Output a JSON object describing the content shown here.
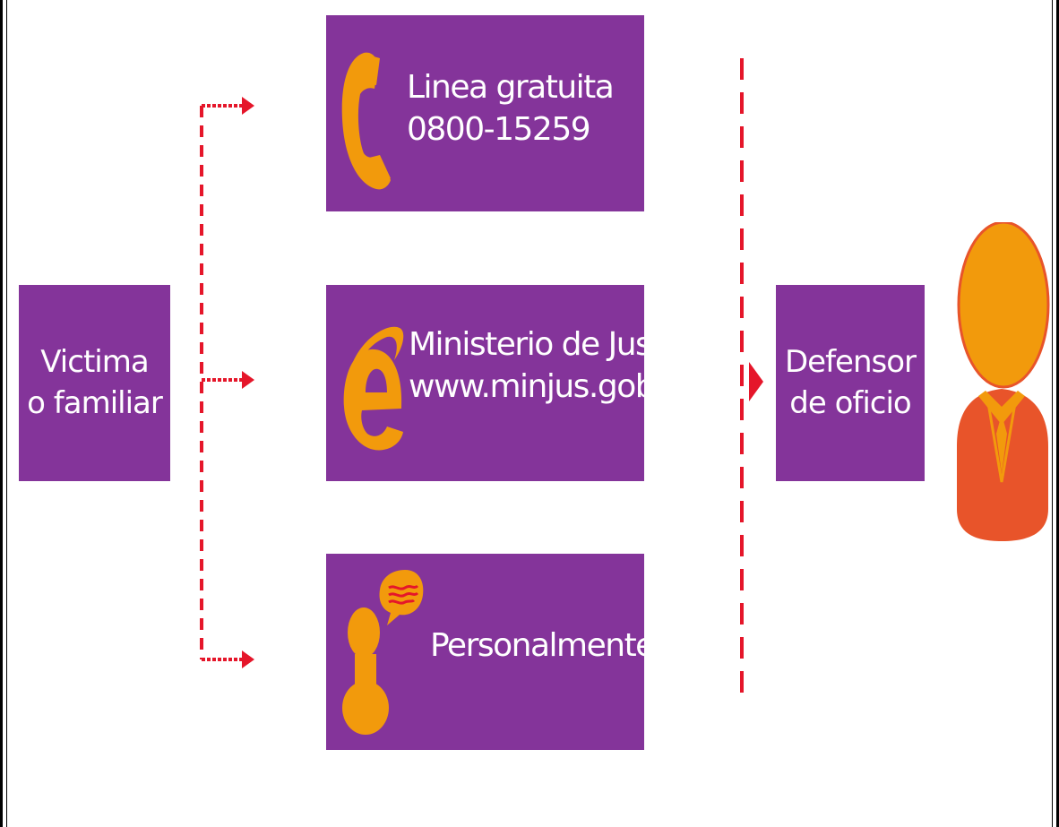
{
  "victim_box": {
    "line1": "Victima",
    "line2": "o familiar"
  },
  "channels": [
    {
      "icon": "phone-icon",
      "line1": "Linea gratuita",
      "line2": "0800-15259"
    },
    {
      "icon": "web-browser-icon",
      "line1": "Ministerio de Justicia",
      "line2": "www.minjus.gob.pe"
    },
    {
      "icon": "speech-person-icon",
      "line1": "Personalmente"
    }
  ],
  "defensor_box": {
    "line1": "Defensor",
    "line2": "de oficio"
  },
  "figure": {
    "icon": "lawyer-person-icon"
  },
  "colors": {
    "box_purple": "#84349a",
    "accent_orange": "#f29a0c",
    "dark_orange": "#e8542a",
    "arrow_red": "#e5162a",
    "text_white": "#ffffff"
  }
}
